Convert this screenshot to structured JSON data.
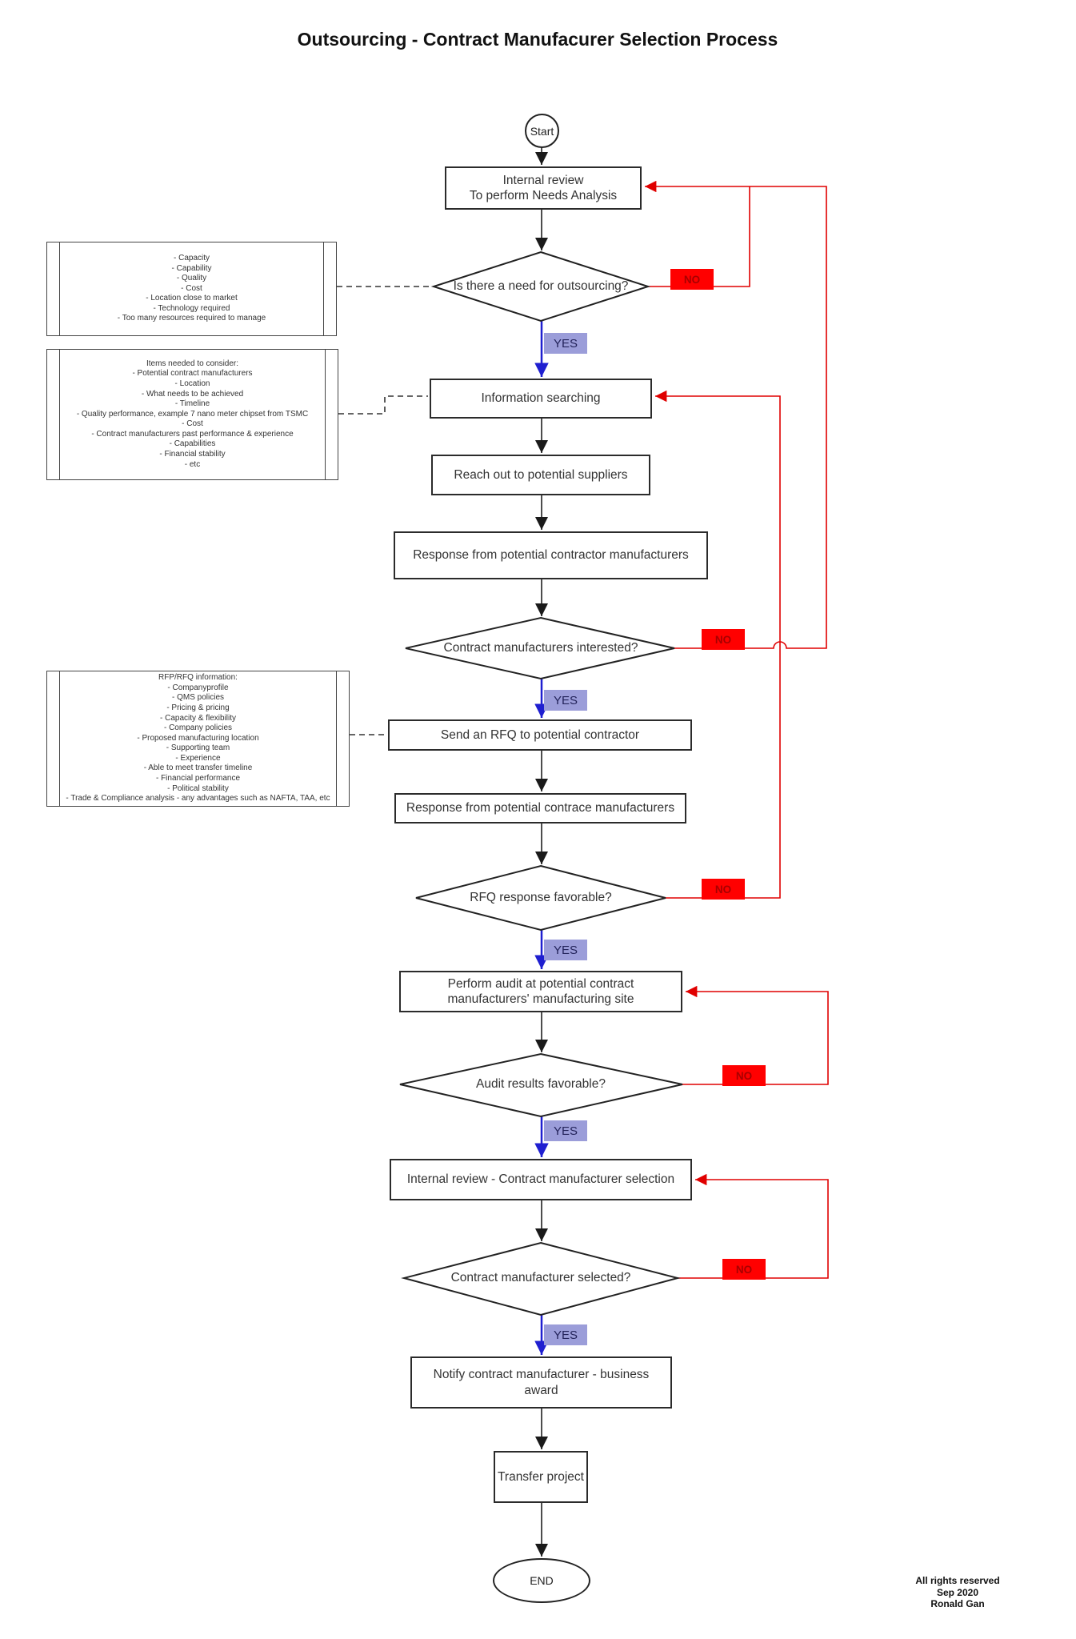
{
  "title": "Outsourcing - Contract Manufacurer Selection Process",
  "start_label": "Start",
  "end_label": "END",
  "yes_label": "YES",
  "no_label": "NO",
  "process_boxes": {
    "internal_review_needs": "Internal review\nTo perform Needs Analysis",
    "information_searching": "Information searching",
    "reach_out": "Reach out to potential suppliers",
    "response_contractor": "Response from potential contractor manufacturers",
    "send_rfq": "Send an RFQ to potential contractor",
    "response_contrace": "Response from potential contrace manufacturers",
    "perform_audit": "Perform audit at potential contract\nmanufacturers' manufacturing site",
    "internal_review_selection": "Internal review - Contract manufacturer selection",
    "notify_award": "Notify contract manufacturer - business\naward",
    "transfer_project": "Transfer project"
  },
  "decisions": {
    "need_outsourcing": "Is there a need for outsourcing?",
    "manufacturers_interested": "Contract manufacturers interested?",
    "rfq_favorable": "RFQ response favorable?",
    "audit_favorable": "Audit results favorable?",
    "manufacturer_selected": "Contract manufacturer selected?"
  },
  "notes": {
    "needs_analysis_criteria": [
      "- Capacity",
      "- Capability",
      "- Quality",
      "- Cost",
      "- Location close to market",
      "- Technology required",
      "- Too many resources required to manage"
    ],
    "items_to_consider": [
      "Items needed to consider:",
      "- Potential contract manufacturers",
      "- Location",
      "- What needs to be achieved",
      "- Timeline",
      "- Quality performance, example 7 nano meter chipset from TSMC",
      "- Cost",
      "- Contract manufacturers past performance & experience",
      "- Capabilities",
      "- Financial stability",
      "- etc"
    ],
    "rfp_rfq_information": [
      "RFP/RFQ information:",
      "- Companyprofile",
      "- QMS policies",
      "- Pricing & pricing",
      "- Capacity & flexibility",
      "- Company policies",
      "- Proposed manufacturing location",
      "- Supporting team",
      "- Experience",
      "- Able to meet transfer timeline",
      "- Financial performance",
      "- Political stability",
      "- Trade & Compliance analysis - any advantages such as NAFTA, TAA, etc"
    ]
  },
  "credits": [
    "All rights reserved",
    "Sep 2020",
    "Ronald Gan"
  ],
  "colors": {
    "no_fill": "#ff0000",
    "yes_fill": "#9b9dd9",
    "feedback_line": "#e00000",
    "yes_arrow": "#1f1fd0",
    "connector": "#4d4d4d"
  }
}
